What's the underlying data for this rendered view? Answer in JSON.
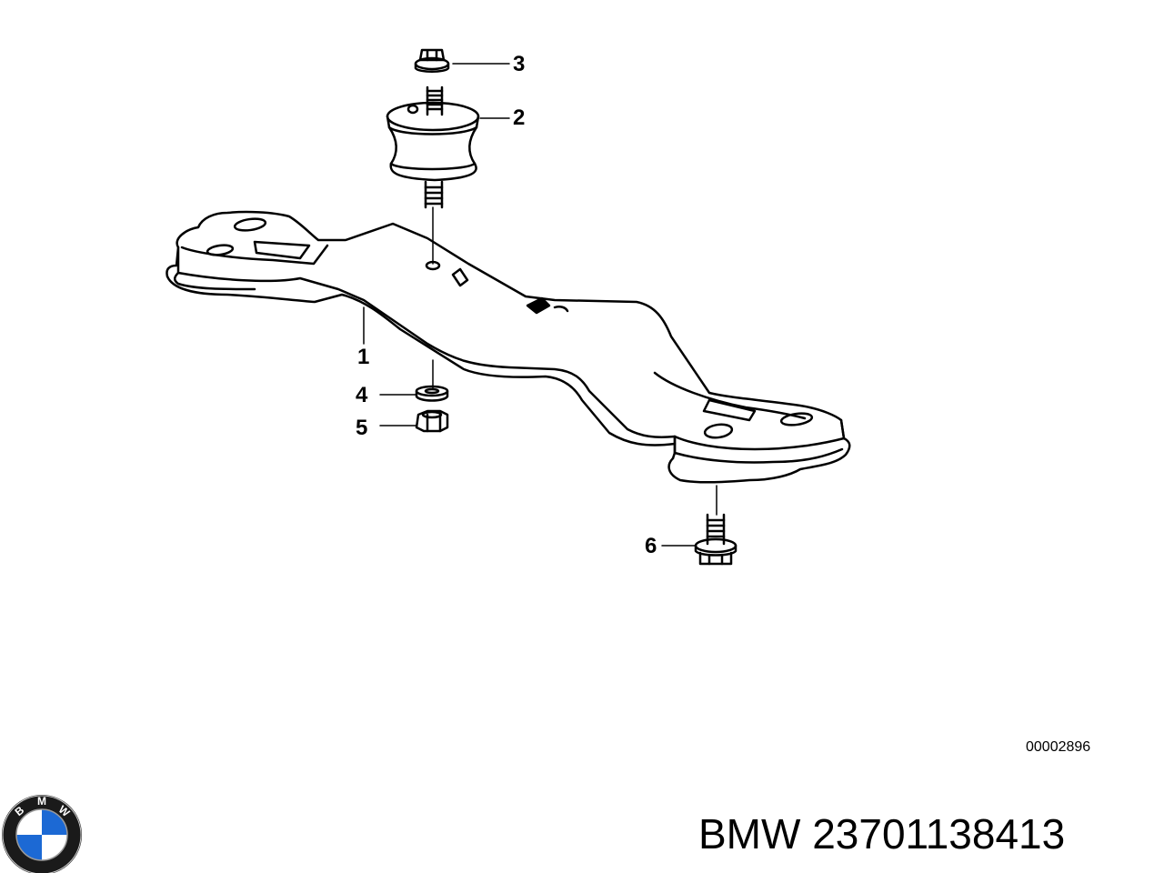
{
  "callouts": {
    "part1": "1",
    "part2": "2",
    "part3": "3",
    "part4": "4",
    "part5": "5",
    "part6": "6"
  },
  "diagram_code": "00002896",
  "brand_line": "BMW 23701138413",
  "logo": {
    "icon": "bmw-roundel-icon",
    "letters": [
      "B",
      "M",
      "W"
    ],
    "colors": {
      "blue": "#1c69d4",
      "white": "#ffffff",
      "ring": "#1a1a1a"
    }
  }
}
